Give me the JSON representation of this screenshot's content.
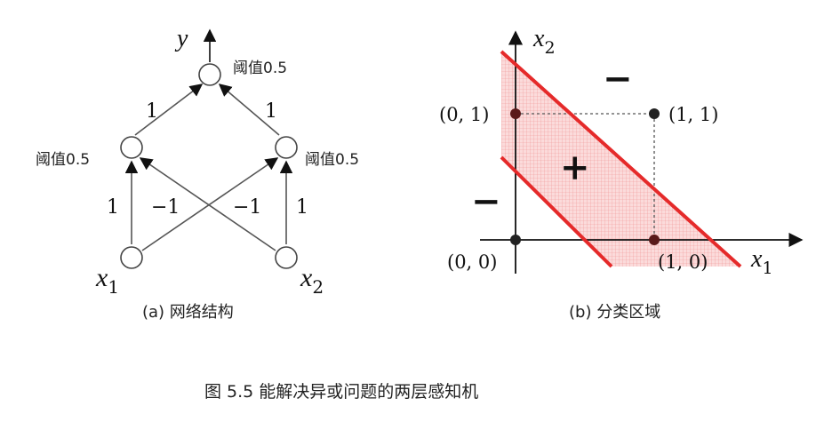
{
  "network": {
    "output_var": "y",
    "output_threshold": "阈值0.5",
    "hidden_left_threshold": "阈值0.5",
    "hidden_right_threshold": "阈值0.5",
    "weight_h1_out": "1",
    "weight_h2_out": "1",
    "weight_x1_h1": "1",
    "weight_x2_h1": "−1",
    "weight_x1_h2": "−1",
    "weight_x2_h2": "1",
    "input1_var": "x",
    "input1_sub": "1",
    "input2_var": "x",
    "input2_sub": "2",
    "caption": "(a) 网络结构"
  },
  "regions": {
    "y_axis_var": "x",
    "y_axis_sub": "2",
    "x_axis_var": "x",
    "x_axis_sub": "1",
    "point_00": "(0, 0)",
    "point_01": "(0, 1)",
    "point_11": "(1, 1)",
    "point_10": "(1, 0)",
    "sign_plus": "+",
    "sign_minus_top": "−",
    "sign_minus_left": "−",
    "caption": "(b) 分类区域"
  },
  "figure_caption": "图 5.5   能解决异或问题的两层感知机",
  "colors": {
    "boundary": "#e52a2a",
    "region_fill": "#f7b3b3",
    "line": "#555555",
    "point": "#222222"
  }
}
